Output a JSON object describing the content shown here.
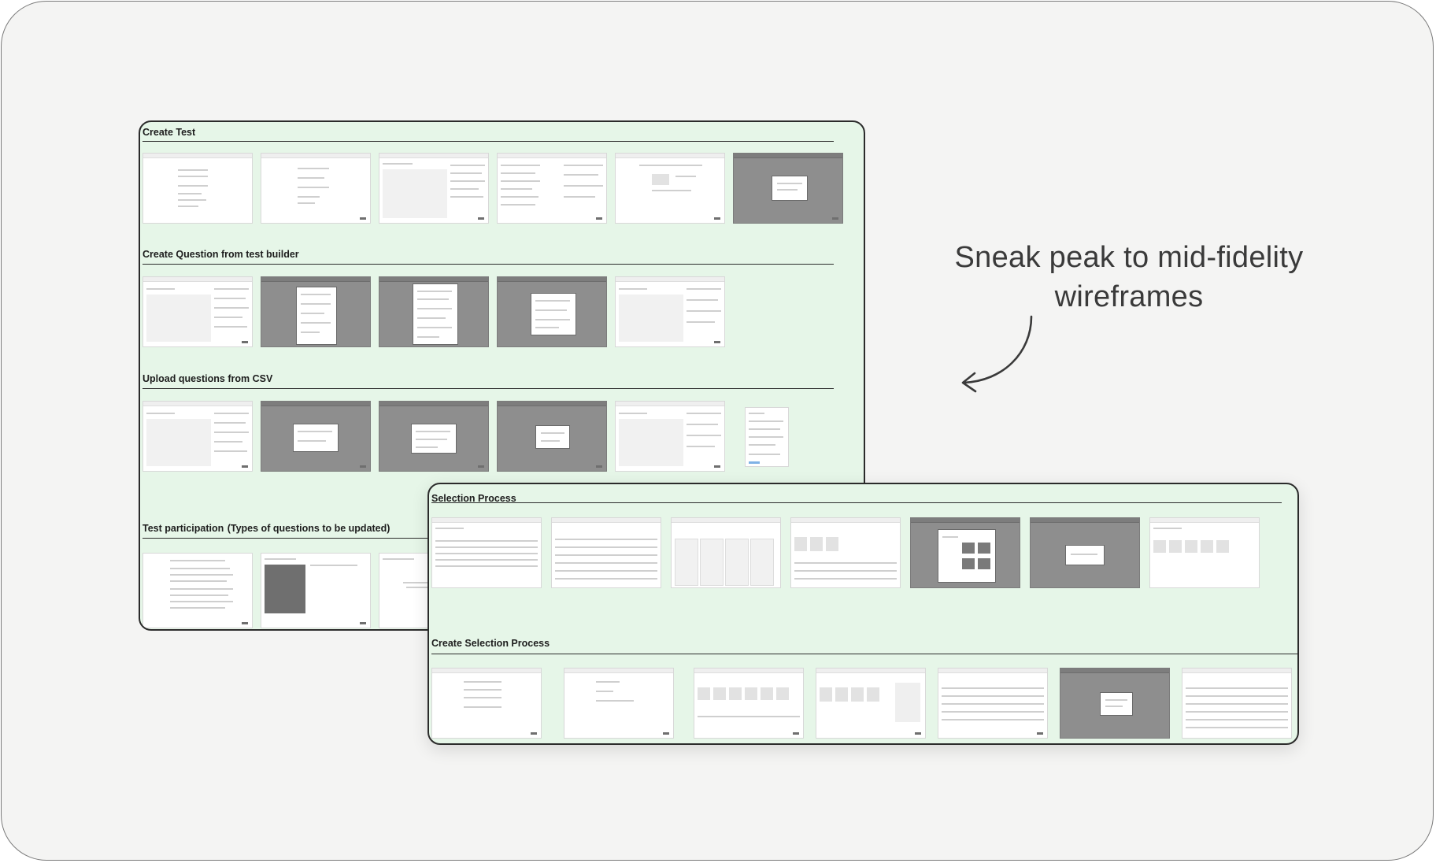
{
  "tagline": {
    "line1": "Sneak peak to mid-fidelity",
    "line2": "wireframes"
  },
  "board_tests": {
    "sections": [
      {
        "title": "Create Test",
        "note": ""
      },
      {
        "title": "Create Question from test builder",
        "note": ""
      },
      {
        "title": "Upload questions from CSV",
        "note": ""
      },
      {
        "title": "Test participation",
        "note": "(Types of questions to be updated)"
      }
    ]
  },
  "board_selection": {
    "sections": [
      {
        "title": "Selection Process"
      },
      {
        "title": "Create Selection Process"
      }
    ]
  },
  "colors": {
    "canvas": "#f4f4f3",
    "board": "#e6f6e8",
    "board_border": "#2b2b2b",
    "dim_overlay": "#8e8e8e",
    "text": "#3a3a3a"
  }
}
